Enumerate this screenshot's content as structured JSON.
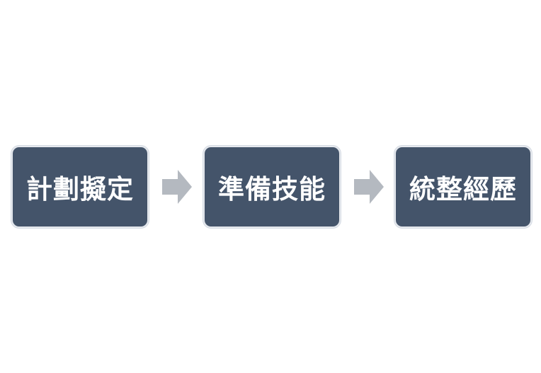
{
  "diagram": {
    "steps": [
      {
        "label": "計劃擬定"
      },
      {
        "label": "準備技能"
      },
      {
        "label": "統整經歷"
      }
    ],
    "colors": {
      "box_fill": "#44546a",
      "box_border": "#e6e9ee",
      "text": "#ffffff",
      "arrow": "#b4b9c0",
      "background": "#ffffff"
    },
    "connectors": [
      {
        "icon": "arrow-right-icon"
      },
      {
        "icon": "arrow-right-icon"
      }
    ]
  }
}
